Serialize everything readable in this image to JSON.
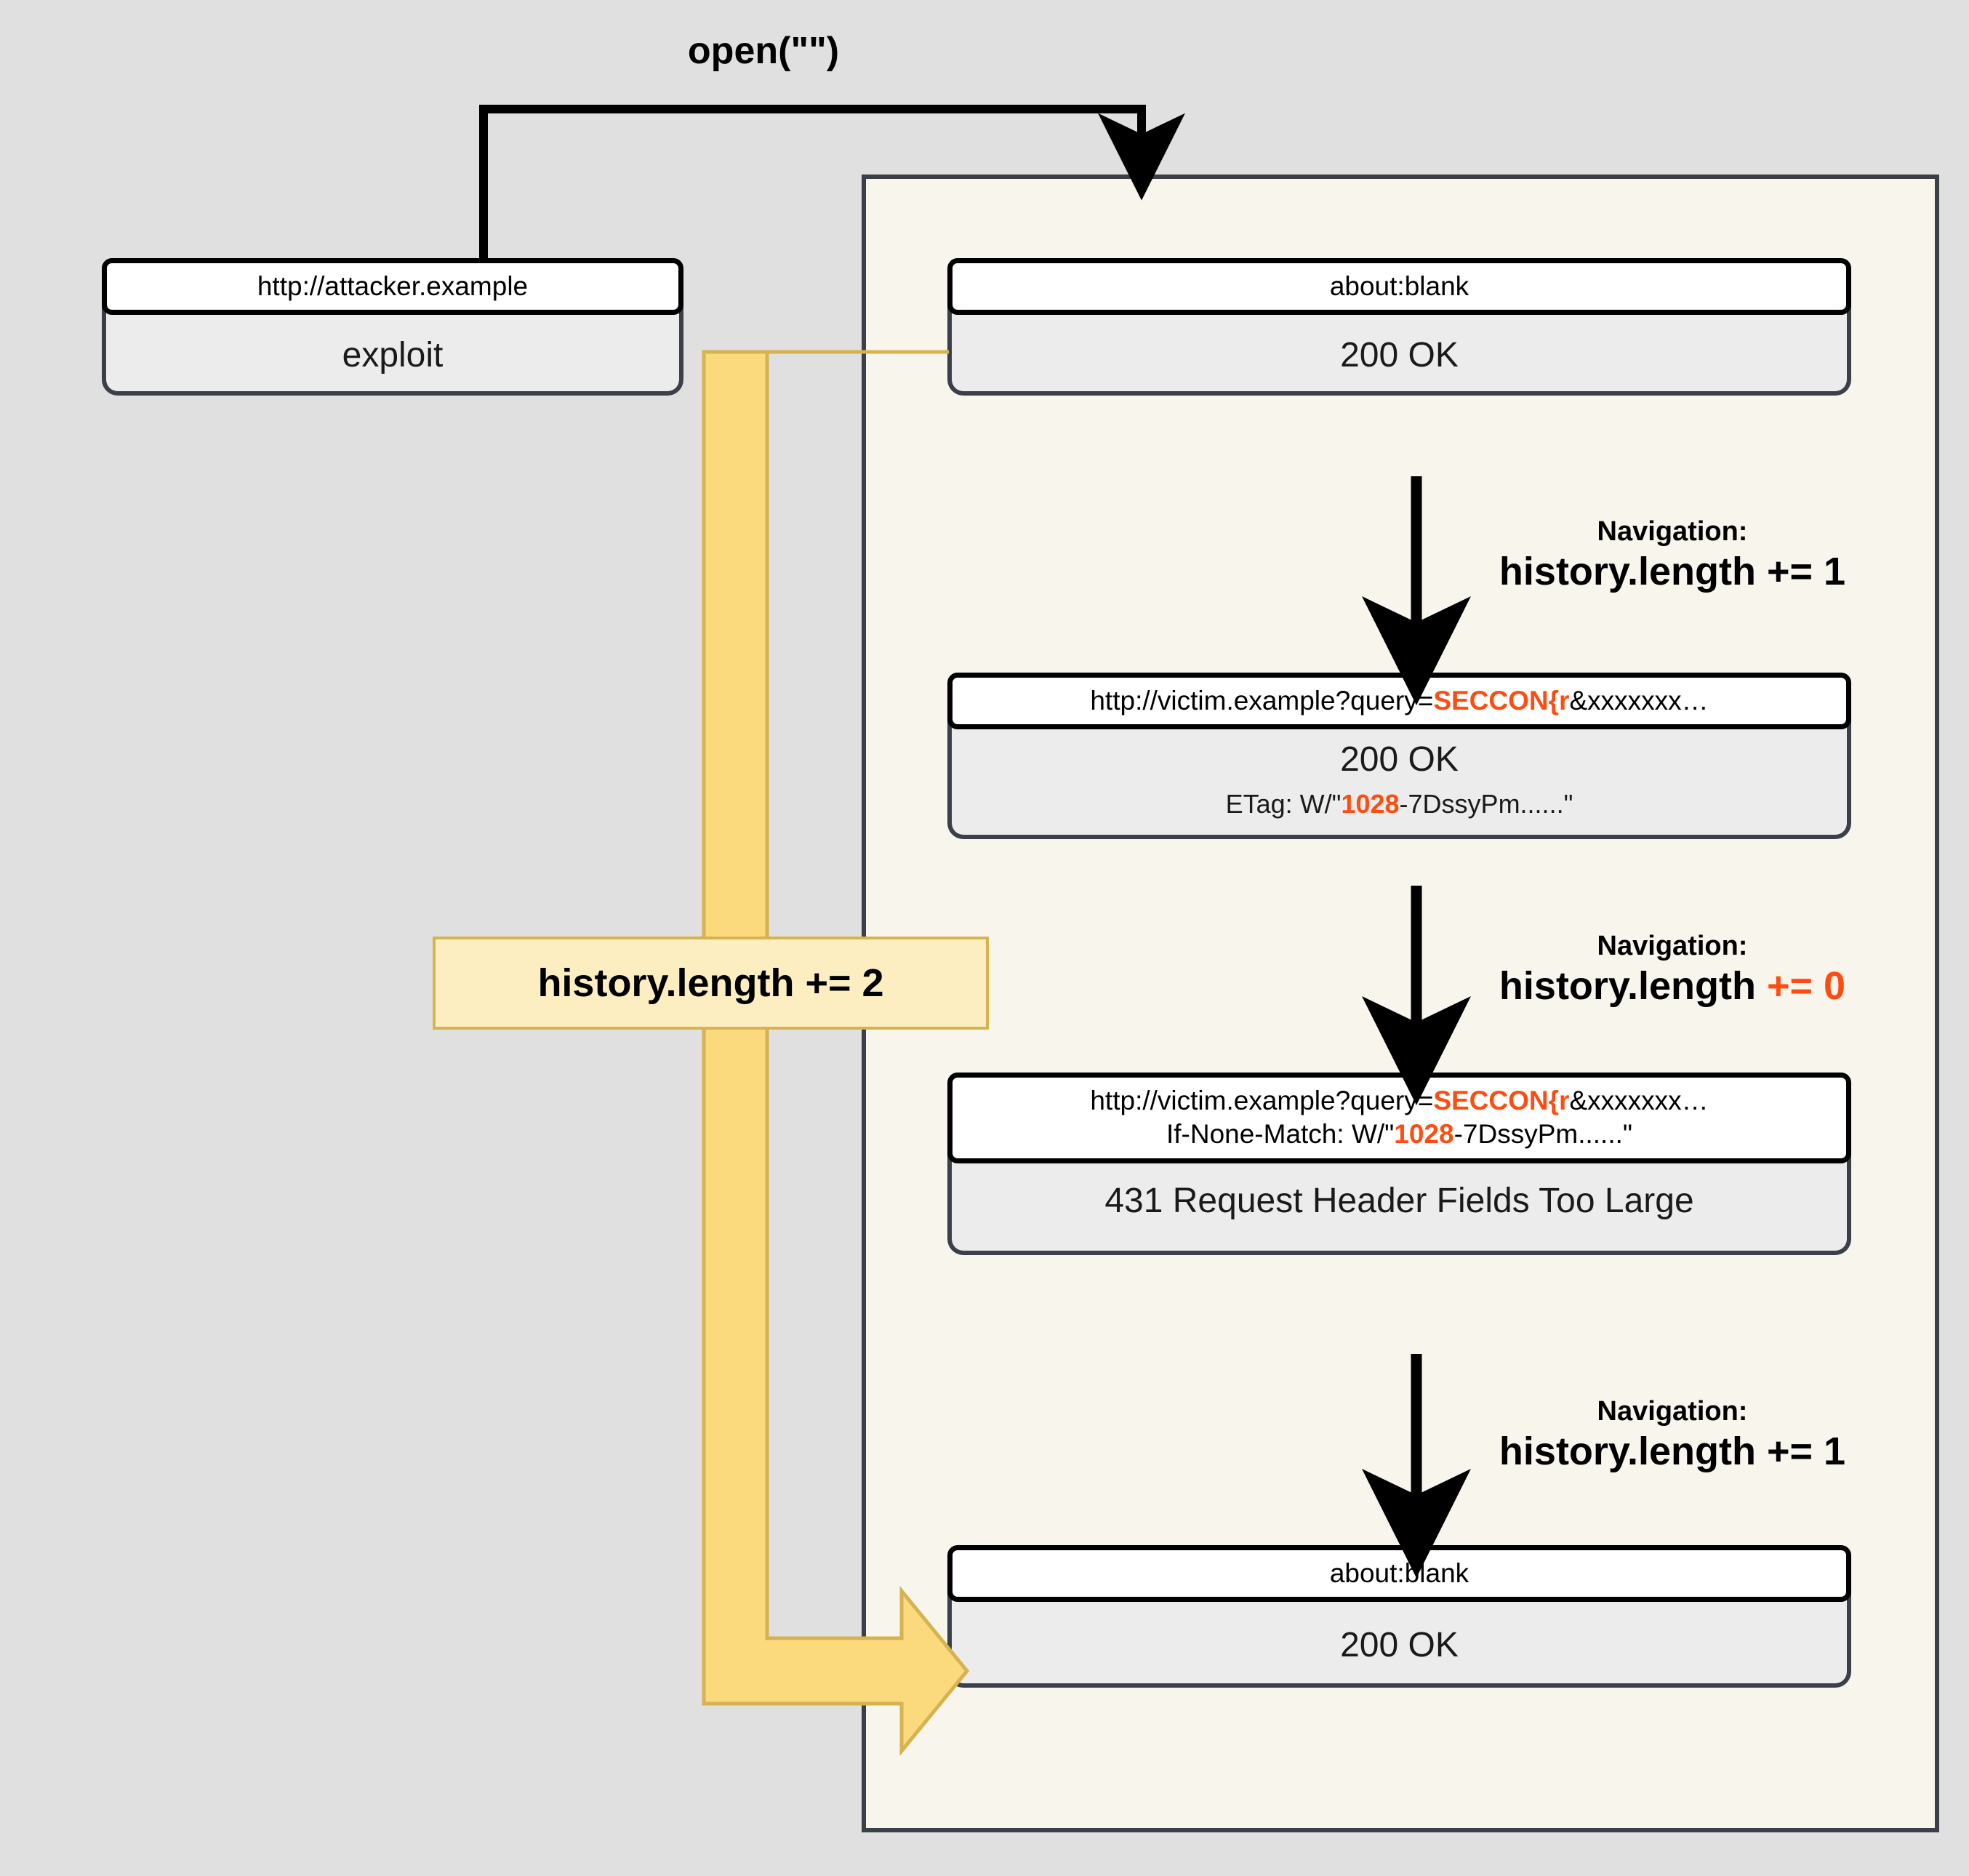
{
  "diagram": {
    "title_label": "open(\"\")",
    "colors": {
      "background": "#e0e0e0",
      "window_background": "#f8f5ec",
      "node_body": "#ececec",
      "node_border": "#3b3f47",
      "highlight": "#ff4d11",
      "yellow_fill": "#fbd97d",
      "yellow_label_fill": "#fdeec2",
      "yellow_border": "#d6b252"
    },
    "yellow_note": "history.length += 2"
  },
  "nodes": {
    "exploit": {
      "url": "http://attacker.example",
      "status": "exploit",
      "sub": ""
    },
    "blank_top": {
      "url": "about:blank",
      "status": "200 OK",
      "sub": ""
    },
    "victim_200": {
      "url_prefix": "http://victim.example?query=",
      "url_flag": "SECCON{r",
      "url_suffix": "&xxxxxxx…",
      "status": "200 OK",
      "etag_prefix": "ETag: W/\"",
      "etag_size": "1028",
      "etag_suffix": "-7DssyPm......\""
    },
    "victim_431": {
      "url_prefix": "http://victim.example?query=",
      "url_flag": "SECCON{r",
      "url_suffix": "&xxxxxxx…",
      "inm_prefix": "If-None-Match: W/\"",
      "inm_size": "1028",
      "inm_suffix": "-7DssyPm......\"",
      "status": "431 Request Header Fields Too Large"
    },
    "blank_bottom": {
      "url": "about:blank",
      "status": "200 OK",
      "sub": ""
    }
  },
  "edges": {
    "nav1": {
      "caption": "Navigation:",
      "expr_black": "history.length += 1",
      "expr_plain": "history.length",
      "delta": "+= 1",
      "delta_highlight": false
    },
    "nav2": {
      "caption": "Navigation:",
      "expr_black": "history.length",
      "expr_plain": "history.length",
      "delta": "+= 0",
      "delta_highlight": true
    },
    "nav3": {
      "caption": "Navigation:",
      "expr_black": "history.length += 1",
      "expr_plain": "history.length",
      "delta": "+= 1",
      "delta_highlight": false
    }
  }
}
